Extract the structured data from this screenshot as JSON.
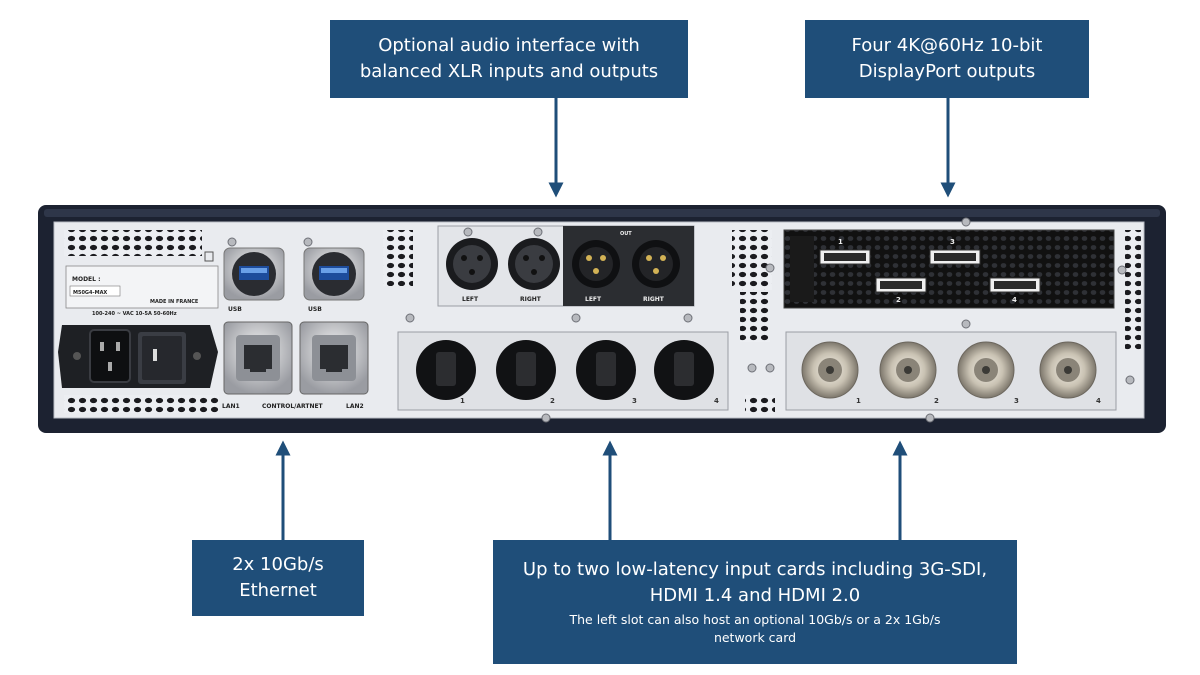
{
  "callouts": {
    "audio": {
      "text": "Optional audio interface with\nbalanced XLR inputs and outputs"
    },
    "displayport": {
      "text": "Four 4K@60Hz 10-bit\nDisplayPort outputs"
    },
    "ethernet": {
      "text": "2x 10Gb/s\nEthernet"
    },
    "input_cards": {
      "text": "Up to two low-latency input cards including 3G-SDI,\nHDMI 1.4 and HDMI 2.0",
      "subtext": "The left slot can also host an optional 10Gb/s or a 2x 1Gb/s\nnetwork card"
    }
  },
  "device": {
    "model_label": "MODEL :",
    "model_value": "M50G4-MAX",
    "made_in": "MADE IN FRANCE",
    "power_rating": "100-240 ~ VAC 10-5A 50-60Hz",
    "usb_label_1": "USB",
    "usb_label_2": "USB",
    "lan1_label": "LAN1",
    "control_label": "CONTROL/ARTNET",
    "lan2_label": "LAN2",
    "xlr_in_left": "LEFT",
    "xlr_in_right": "RIGHT",
    "xlr_out_left": "LEFT",
    "xlr_out_right": "RIGHT",
    "xlr_out_header": "OUT",
    "dp_numbers": [
      "1",
      "3",
      "2",
      "4"
    ],
    "hdmi_numbers": [
      "1",
      "2",
      "3",
      "4"
    ],
    "sdi_numbers": [
      "1",
      "2",
      "3",
      "4"
    ]
  },
  "colors": {
    "callout_bg": "#1f4e79",
    "arrow": "#1f4e79",
    "chassis": "#1c2231",
    "panel": "#e9ebef"
  }
}
